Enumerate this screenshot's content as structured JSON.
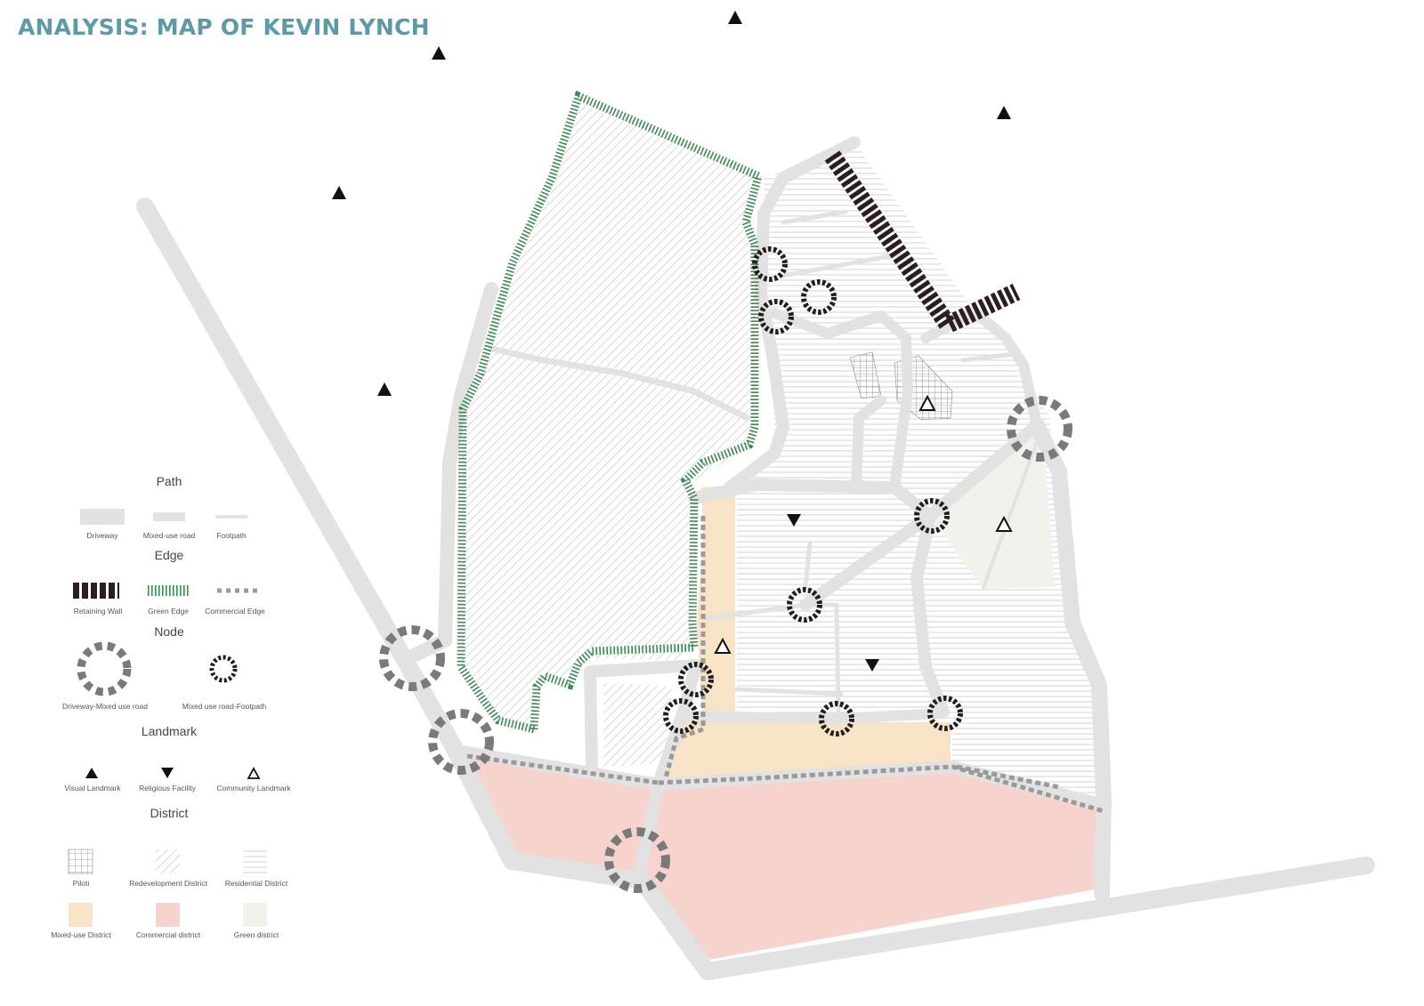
{
  "title": "ANALYSIS: MAP OF KEVIN LYNCH",
  "colors": {
    "title": "#5c9aa5",
    "road": "#e2e2e2",
    "green_edge": "#3c8a55",
    "retaining_wall": "#2a1e1e",
    "node": "#7a7a7a",
    "node_small": "#1e1e1e",
    "mixed_use_district": "#f9e3c6",
    "commercial_district": "#f6d3cc",
    "green_district": "#eff3ec"
  },
  "legend": {
    "path": {
      "heading": "Path",
      "items": [
        {
          "icon": "driveway-swatch",
          "label": "Driveway"
        },
        {
          "icon": "mixed-use-road-swatch",
          "label": "Mixed-use road"
        },
        {
          "icon": "footpath-swatch",
          "label": "Footpath"
        }
      ]
    },
    "edge": {
      "heading": "Edge",
      "items": [
        {
          "icon": "retaining-wall-swatch",
          "label": "Retaining Wall"
        },
        {
          "icon": "green-edge-swatch",
          "label": "Green Edge"
        },
        {
          "icon": "commercial-edge-swatch",
          "label": "Commercial Edge"
        }
      ]
    },
    "node": {
      "heading": "Node",
      "items": [
        {
          "icon": "large-node-icon",
          "label": "Driveway-Mixed use road"
        },
        {
          "icon": "small-node-icon",
          "label": "Mixed use road-Footpath"
        }
      ]
    },
    "landmark": {
      "heading": "Landmark",
      "items": [
        {
          "icon": "visual-landmark-icon",
          "label": "Visual Landmark"
        },
        {
          "icon": "religious-facility-icon",
          "label": "Religious Facility"
        },
        {
          "icon": "community-landmark-icon",
          "label": "Community Landmark"
        }
      ]
    },
    "district": {
      "heading": "District",
      "items": [
        {
          "icon": "piloti-swatch",
          "label": "Piloti"
        },
        {
          "icon": "redevelopment-swatch",
          "label": "Redevelopment District"
        },
        {
          "icon": "residential-swatch",
          "label": "Residential District"
        },
        {
          "icon": "mixed-use-swatch",
          "label": "Mixed-use District"
        },
        {
          "icon": "commercial-swatch",
          "label": "Commercial district"
        },
        {
          "icon": "green-swatch",
          "label": "Green district"
        }
      ]
    }
  }
}
